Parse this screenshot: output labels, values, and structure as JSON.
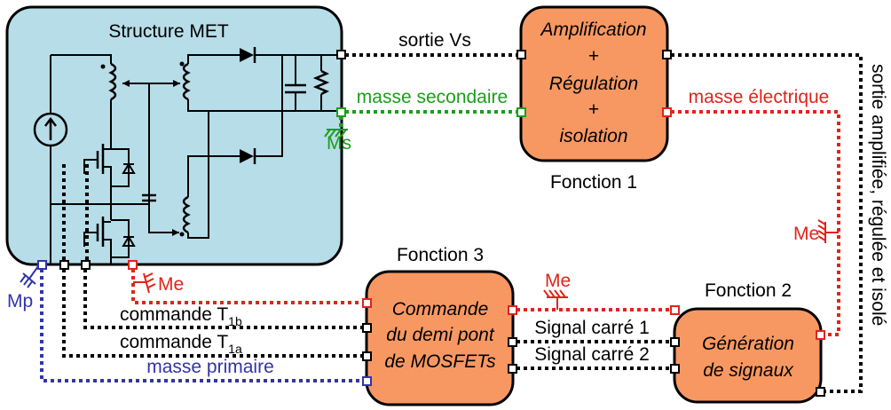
{
  "colors": {
    "structure_fill": "#b7dde8",
    "block_fill": "#f79862",
    "black_signal": "#000000",
    "green_ground": "#1a9e1a",
    "red_ground": "#e0241b",
    "blue_ground": "#3333aa"
  },
  "structure": {
    "title": "Structure MET"
  },
  "blocks": {
    "f1": {
      "line1": "Amplification",
      "line2": "+",
      "line3": "Régulation",
      "line4": "+",
      "line5": "isolation",
      "caption": "Fonction 1"
    },
    "f2": {
      "line1": "Génération",
      "line2": "de signaux",
      "caption": "Fonction 2"
    },
    "f3": {
      "line1": "Commande",
      "line2": "du demi pont",
      "line3": "de MOSFETs",
      "caption": "Fonction 3"
    }
  },
  "signals": {
    "sortie_vs": "sortie Vs",
    "masse_secondaire": "masse secondaire",
    "masse_electrique": "masse électrique",
    "sortie_amplifiee": "sortie amplifiée, régulée et isolé",
    "signal_carre_1": "Signal carré 1",
    "signal_carre_2": "Signal carré 2",
    "commande_prefix": "commande T",
    "t1b_sub": "1b",
    "t1a_sub": "1a",
    "masse_primaire": "masse primaire"
  },
  "grounds": {
    "ms": "Ms",
    "me": "Me",
    "mp": "Mp"
  },
  "icons": [
    "current-source-icon",
    "transformer-icon",
    "diode-icon",
    "capacitor-icon",
    "resistor-icon",
    "mosfet-icon",
    "ground-symbol-icon",
    "connector-terminal-icon"
  ]
}
